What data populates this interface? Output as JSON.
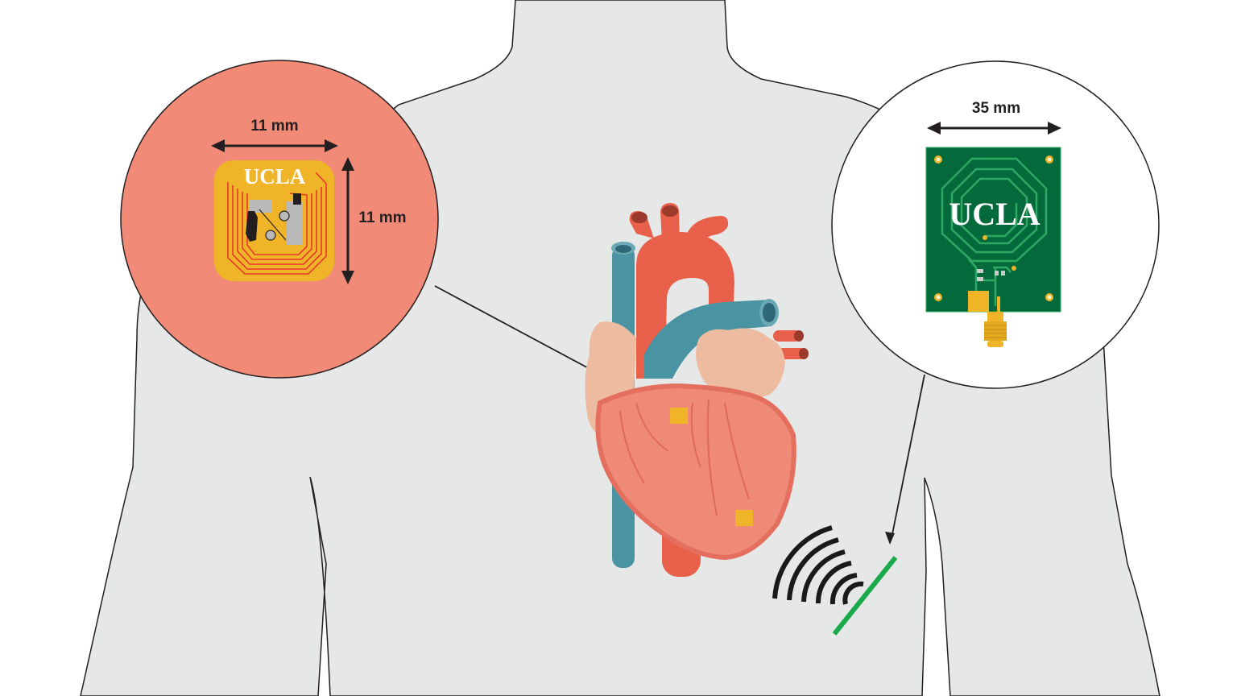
{
  "colors": {
    "background": "#ffffff",
    "body_fill": "#e6e7e7",
    "body_stroke": "#231f20",
    "implant_circle": "#f18a76",
    "implant_chip": "#f0b429",
    "implant_coil": "#e8382c",
    "reader_circle": "#ffffff",
    "reader_pcb": "#046a3c",
    "reader_trace": "#2fa862",
    "heart_ventricle": "#ef8a76",
    "heart_outline": "#e56f5e",
    "aorta": "#e8604a",
    "vein": "#4a93a3",
    "atrium": "#edbba0",
    "sensor": "#f0b429",
    "wireless_waves": "#1a1a1a",
    "reader_line": "#1aaa4b"
  },
  "implant_zoom": {
    "logo_text": "UCLA",
    "width_label": "11 mm",
    "height_label": "11 mm"
  },
  "reader_zoom": {
    "logo_text": "UCLA",
    "width_label": "35 mm"
  },
  "figure": {
    "subject": "human torso silhouette",
    "organ": "heart",
    "implanted_sensors": 2,
    "wireless_wave_arcs": 6
  }
}
